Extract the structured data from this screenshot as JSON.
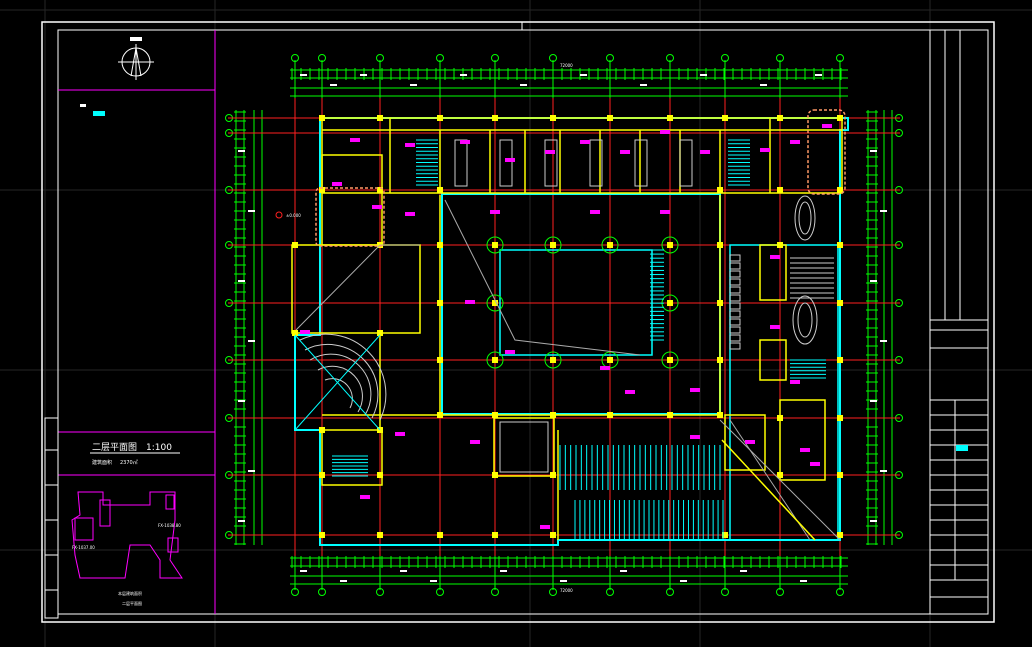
{
  "colors": {
    "background": "#000000",
    "frame": "#ffffff",
    "magenta": "#ff00ff",
    "green": "#00ff00",
    "yellow": "#ffff00",
    "cyan": "#00ffff",
    "red": "#ff2020",
    "orange": "#ff9966",
    "grid": "#2a2a2a"
  },
  "icons": {
    "compass": "north-arrow-icon"
  },
  "title_block": {
    "sheet_title": "二层平面图",
    "scale": "1:100",
    "area_label": "建筑面积",
    "area_value": "2370㎡"
  },
  "key_plan": {
    "label_left": "FX-1037.00",
    "label_right": "FX-1038.80",
    "note_line_1": "本层建筑面积",
    "note_line_2": "二层平面图"
  },
  "plan": {
    "elevation_label": "±0.000",
    "overall_dimension": "72000"
  }
}
